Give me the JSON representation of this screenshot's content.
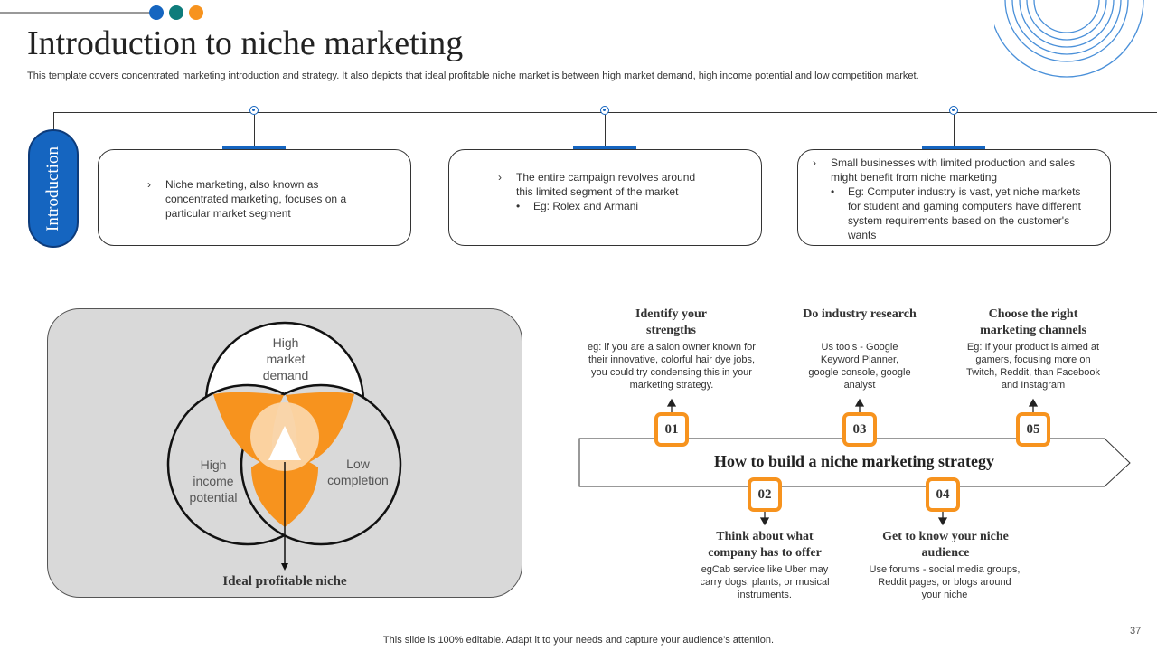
{
  "slide": {
    "title": "Introduction to niche marketing",
    "subtitle": "This template covers concentrated marketing introduction and strategy. It also depicts that ideal profitable niche market is between high market demand, high income potential and low competition market.",
    "page_number": "37",
    "footer": "This slide is 100% editable. Adapt it to your needs and capture your audience’s attention.",
    "accent_colors": {
      "blue": "#1565c0",
      "teal": "#0e7c7b",
      "orange": "#f7931e"
    }
  },
  "introduction": {
    "label": "Introduction",
    "boxes": [
      {
        "items": [
          {
            "marker": "›",
            "text": "Niche marketing, also known as concentrated marketing, focuses on a particular market segment",
            "level": 1
          }
        ]
      },
      {
        "items": [
          {
            "marker": "›",
            "text": "The entire campaign revolves around this limited segment of the market",
            "level": 1
          },
          {
            "marker": "•",
            "text": "Eg: Rolex and Armani",
            "level": 2
          }
        ]
      },
      {
        "items": [
          {
            "marker": "›",
            "text": "Small businesses with limited production and sales might benefit from niche marketing",
            "level": 1
          },
          {
            "marker": "•",
            "text": "Eg: Computer industry is vast, yet niche markets for student and gaming computers have different system requirements based on the customer's wants",
            "level": 2
          }
        ]
      }
    ]
  },
  "venn": {
    "top_label": "High market demand",
    "left_label": "High income potential",
    "right_label": "Low completion",
    "result_label": "Ideal profitable niche"
  },
  "strategy": {
    "arrow_label": "How to build a niche marketing strategy",
    "steps": [
      {
        "number": "01",
        "title": "Identify your strengths",
        "text": "eg: if you are a salon owner known for their innovative, colorful hair dye jobs, you could try condensing this in your marketing strategy."
      },
      {
        "number": "02",
        "title": "Think about what company has to offer",
        "text": "egCab service like Uber may carry dogs, plants, or musical instruments."
      },
      {
        "number": "03",
        "title": "Do industry research",
        "text": "Us tools - Google Keyword Planner, google console, google analyst"
      },
      {
        "number": "04",
        "title": "Get to know your niche audience",
        "text": "Use forums - social media groups, Reddit pages, or blogs around your niche"
      },
      {
        "number": "05",
        "title": "Choose the right marketing channels",
        "text": "Eg: If your product is aimed at gamers, focusing more on Twitch, Reddit, than Facebook and Instagram"
      }
    ]
  }
}
